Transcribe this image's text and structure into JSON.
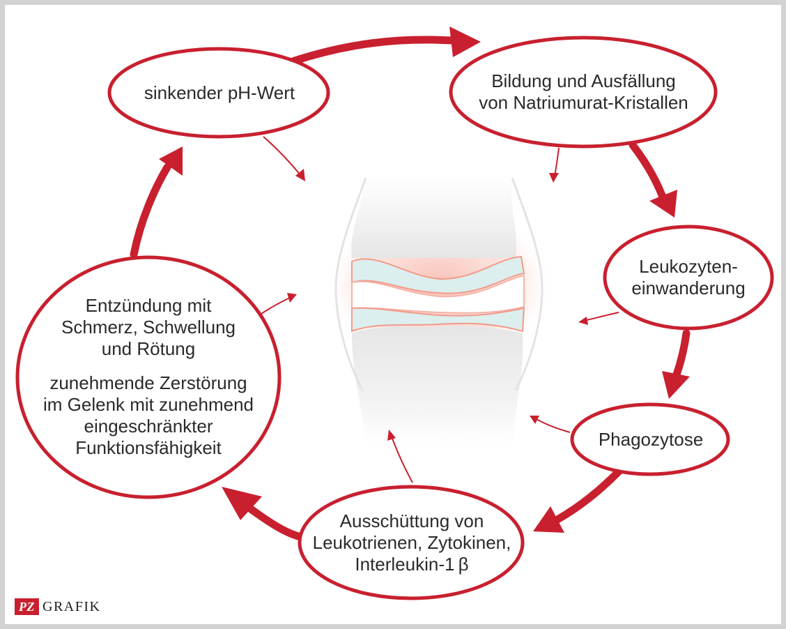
{
  "colors": {
    "accent": "#c8202f",
    "frame": "#d2d2d2",
    "text": "#2a2a2a"
  },
  "nodes": {
    "ph": {
      "lines": [
        "sinkender pH-Wert"
      ]
    },
    "crystals": {
      "lines": [
        "Bildung und Ausfällung",
        "von Natriumurat-Kristallen"
      ]
    },
    "leukocytes": {
      "lines": [
        "Leukozyten-",
        "einwanderung"
      ]
    },
    "phagocytosis": {
      "lines": [
        "Phagozytose"
      ]
    },
    "release": {
      "lines": [
        "Ausschüttung von",
        "Leukotrienen, Zytokinen,",
        "Interleukin-1 β"
      ]
    },
    "inflammation": {
      "lines": [
        "Entzündung mit",
        "Schmerz, Schwellung",
        "und Rötung"
      ],
      "lines2": [
        "zunehmende Zerstörung",
        "im Gelenk mit zunehmend",
        "eingeschränkter",
        "Funktionsfähigkeit"
      ]
    }
  },
  "illustration": {
    "subject": "joint-illustration"
  },
  "logo": {
    "badge": "PZ",
    "word": "GRAFIK"
  }
}
